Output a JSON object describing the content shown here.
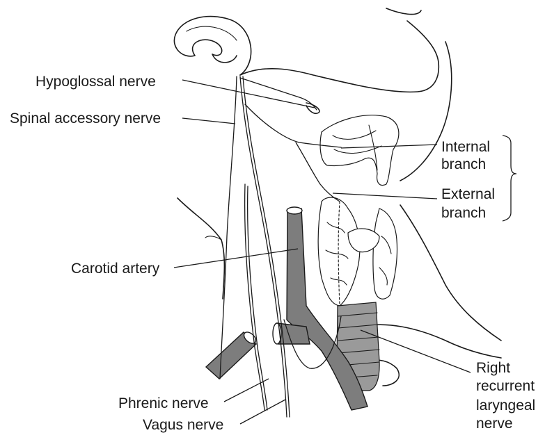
{
  "labels": {
    "hypoglossal": "Hypoglossal nerve",
    "spinal_accessory": "Spinal accessory nerve",
    "internal_line1": "Internal",
    "internal_line2": "branch",
    "external_line1": "External",
    "external_line2": "branch",
    "carotid": "Carotid artery",
    "right_recurrent_line1": "Right",
    "right_recurrent_line2": "recurrent",
    "right_recurrent_line3": "laryngeal",
    "right_recurrent_line4": "nerve",
    "phrenic": "Phrenic nerve",
    "vagus": "Vagus nerve"
  },
  "colors": {
    "ink": "#1a1a1a",
    "vessel_fill": "#7d7d7d",
    "trachea_fill": "#9a9a9a",
    "background": "#ffffff"
  }
}
